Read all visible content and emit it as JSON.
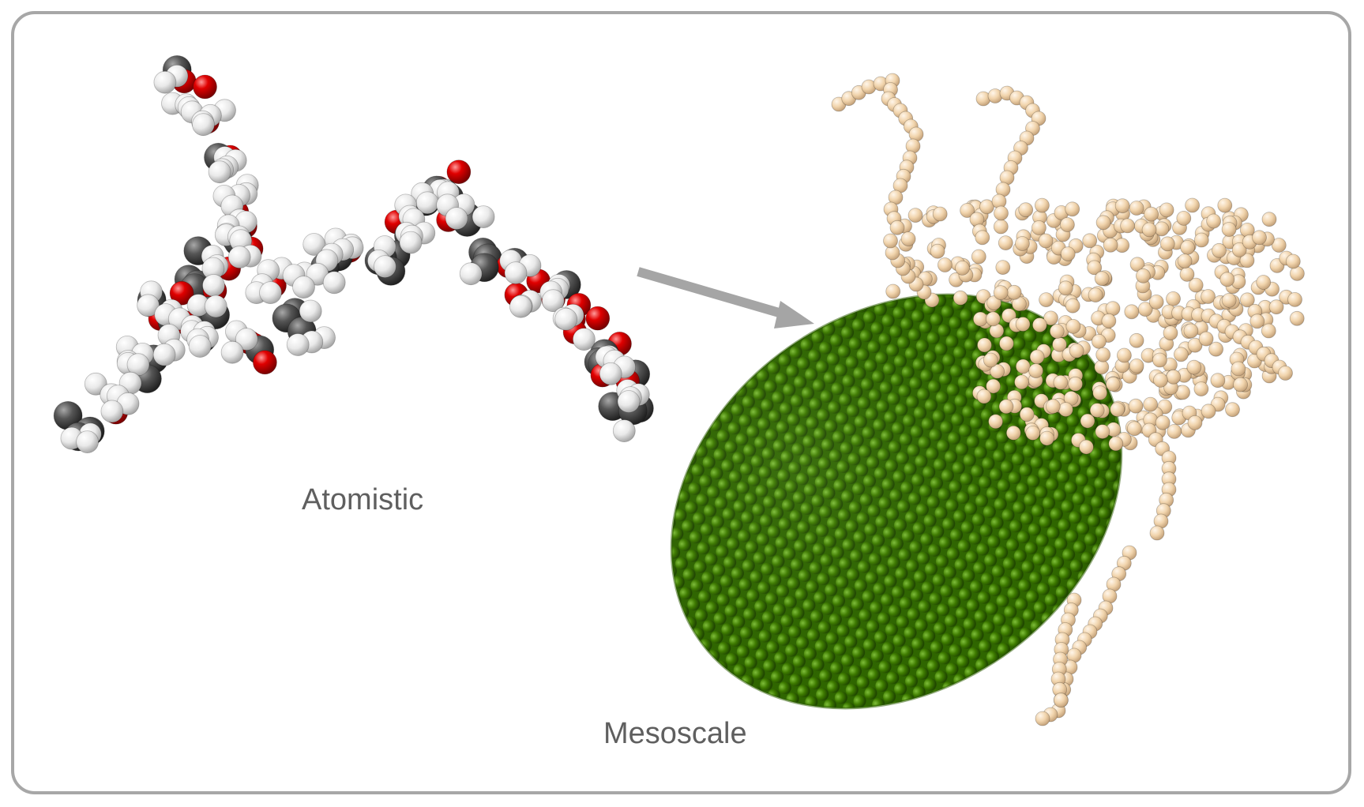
{
  "labels": {
    "atomistic": "Atomistic",
    "mesoscale": "Mesoscale"
  },
  "colors": {
    "frame": "#a7a7a7",
    "caption_text": "#5f5f5f",
    "arrow": "#a5a5a5",
    "carbon_atom": "#4a4a4a",
    "oxygen_atom": "#e00000",
    "hydrogen_atom": "#eeeeee",
    "mesoscale_particle_green": "#3f7d00",
    "mesoscale_bead_tan": "#f1d4ac"
  },
  "icons": {
    "arrow": "right-down-arrow"
  }
}
